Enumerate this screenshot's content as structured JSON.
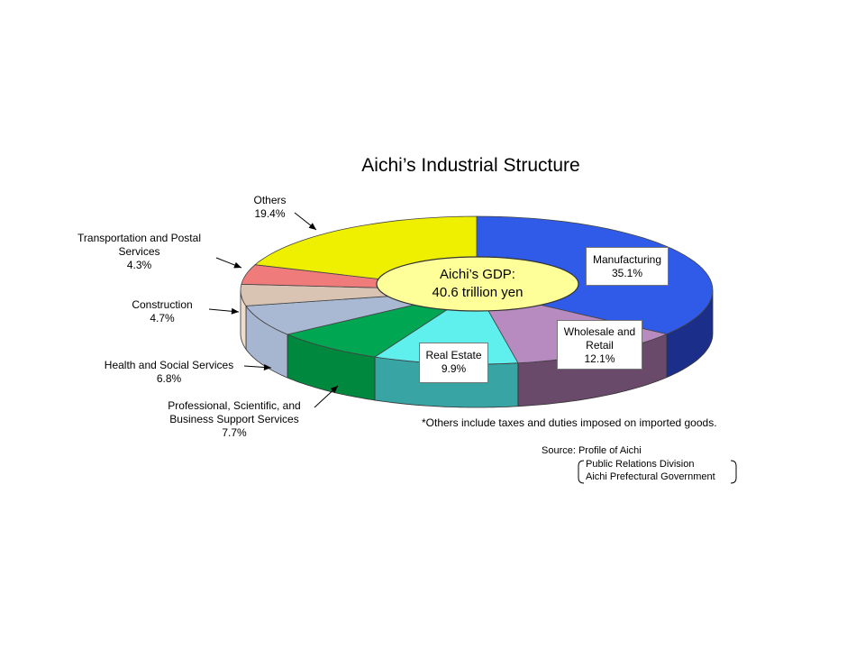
{
  "chart_data": {
    "type": "pie",
    "title": "Aichi’s Industrial Structure",
    "center_label": [
      "Aichi’s GDP:",
      "40.6 trillion yen"
    ],
    "slices": [
      {
        "name": "Manufacturing",
        "value": 35.1,
        "label": "35.1%",
        "color": "#2f5be8",
        "side_color": "#1b2f8a"
      },
      {
        "name": "Wholesale and Retail",
        "value": 12.1,
        "label": "12.1%",
        "color": "#b78ac0",
        "side_color": "#6a4a6a"
      },
      {
        "name": "Real Estate",
        "value": 9.9,
        "label": "9.9%",
        "color": "#5ff0ee",
        "side_color": "#38a4a4"
      },
      {
        "name": "Professional, Scientific, and Business Support Services",
        "value": 7.7,
        "label": "7.7%",
        "color": "#00a651",
        "side_color": "#00883e"
      },
      {
        "name": "Health and Social Services",
        "value": 6.8,
        "label": "6.8%",
        "color": "#a9b9d4",
        "side_color": "#a6b6d0"
      },
      {
        "name": "Construction",
        "value": 4.7,
        "label": "4.7%",
        "color": "#d9c4b4",
        "side_color": "#f0dccb"
      },
      {
        "name": "Transportation and Postal Services",
        "value": 4.3,
        "label": "4.3%",
        "color": "#ef7b7b",
        "side_color": "#ffe0c8"
      },
      {
        "name": "Others",
        "value": 19.4,
        "label": "19.4%",
        "color": "#eef000",
        "side_color": "#c8c800"
      }
    ]
  },
  "labels": {
    "manufacturing": [
      "Manufacturing",
      "35.1%"
    ],
    "wholesale": [
      "Wholesale and",
      "Retail",
      "12.1%"
    ],
    "real_estate": [
      "Real Estate",
      "9.9%"
    ],
    "professional": [
      "Professional, Scientific, and",
      "Business Support Services",
      "7.7%"
    ],
    "health": [
      "Health and Social Services",
      "6.8%"
    ],
    "construction": [
      "Construction",
      "4.7%"
    ],
    "transport": [
      "Transportation  and Postal",
      "Services",
      "4.3%"
    ],
    "others": [
      "Others",
      "19.4%"
    ]
  },
  "note": "*Others include taxes and duties imposed on imported goods.",
  "source": {
    "line1": "Source: Profile of Aichi",
    "line2": "Public Relations Division",
    "line3": "Aichi Prefectural Government"
  }
}
